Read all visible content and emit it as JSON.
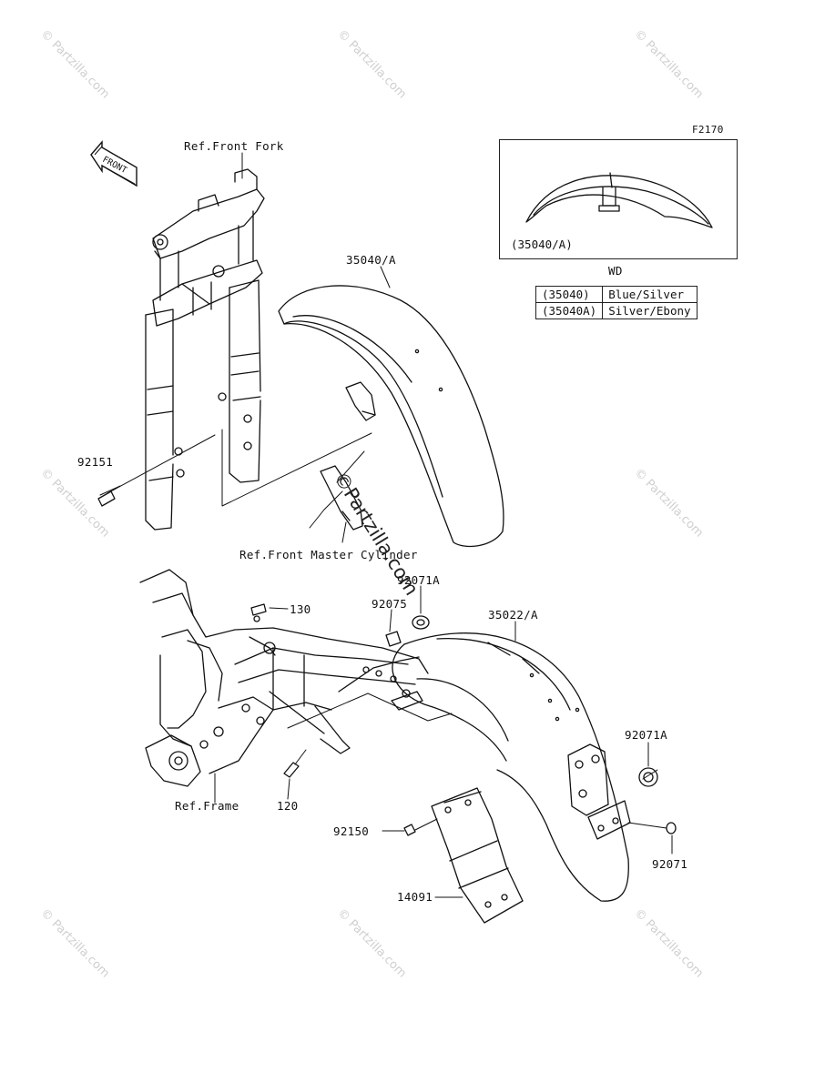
{
  "figure_code": "F2170",
  "front_arrow_label": "FRONT",
  "watermark": "© Partzilla.com",
  "watermark_center": "©Partzilla.com",
  "inset": {
    "caption": "(35040/A)",
    "model_label": "WD"
  },
  "color_table": [
    {
      "part": "(35040)",
      "color": "Blue/Silver"
    },
    {
      "part": "(35040A)",
      "color": "Silver/Ebony"
    }
  ],
  "labels": {
    "ref_front_fork": "Ref.Front Fork",
    "p35040": "35040/A",
    "p92151": "92151",
    "ref_front_master_cylinder": "Ref.Front Master Cylinder",
    "p92071a_top": "92071A",
    "p130": "130",
    "p92075": "92075",
    "p35022": "35022/A",
    "p92071a_right": "92071A",
    "ref_frame": "Ref.Frame",
    "p120": "120",
    "p92150": "92150",
    "p92071": "92071",
    "p14091": "14091"
  }
}
